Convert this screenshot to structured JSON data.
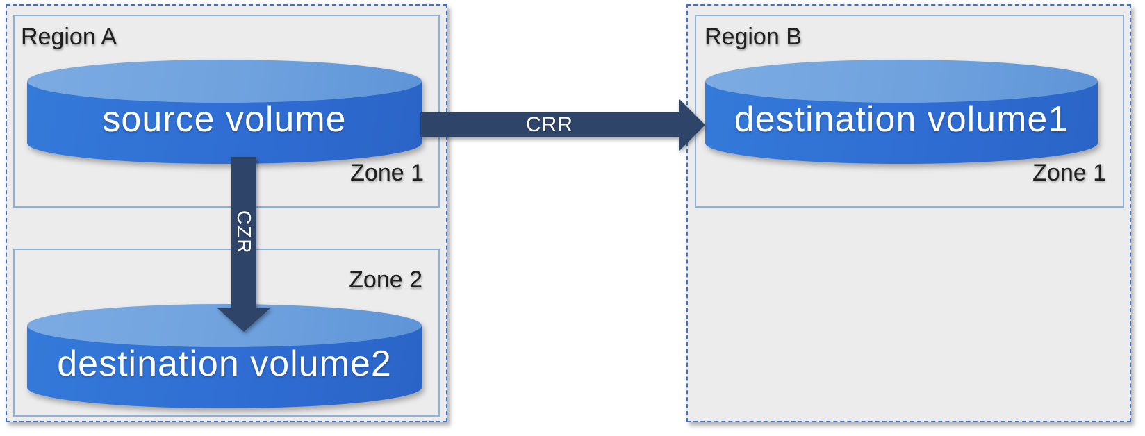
{
  "regions": [
    {
      "label": "Region A",
      "zones": [
        {
          "label": "Zone 1",
          "volume": "source volume"
        },
        {
          "label": "Zone 2",
          "volume": "destination volume2"
        }
      ]
    },
    {
      "label": "Region B",
      "zones": [
        {
          "label": "Zone 1",
          "volume": "destination volume1"
        }
      ]
    }
  ],
  "arrows": {
    "crr": {
      "label": "CRR",
      "direction": "horizontal",
      "from": "source volume",
      "to": "destination volume1"
    },
    "czr": {
      "label": "CZR",
      "direction": "vertical",
      "from": "source volume",
      "to": "destination volume2"
    }
  },
  "colors": {
    "volume_body": "#2f6cd2",
    "volume_top": "#6fa2de",
    "arrow": "#2e4469",
    "region_border": "#3f72cc",
    "zone_border": "#8db1dd",
    "region_background": "#ececec",
    "label_text": "#1f1f1f",
    "volume_text": "#ffffff"
  }
}
